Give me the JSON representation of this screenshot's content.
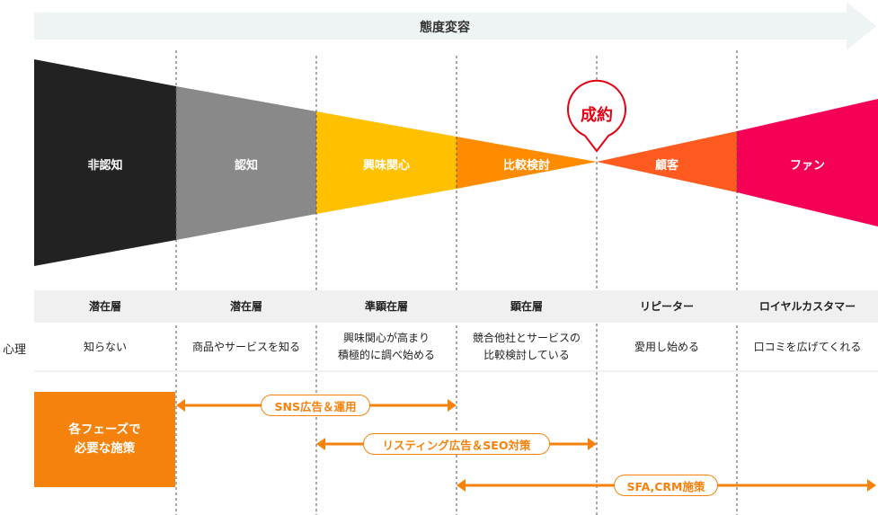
{
  "header": {
    "title": "態度変容"
  },
  "stages": [
    "非認知",
    "認知",
    "興味関心",
    "比較検討",
    "顧客",
    "ファン"
  ],
  "milestone": "成約",
  "table": {
    "row_label": "心理",
    "layers": [
      "潜在層",
      "潜在層",
      "準顕在層",
      "顕在層",
      "リピーター",
      "ロイヤルカスタマー"
    ],
    "psychology": [
      [
        "知らない"
      ],
      [
        "商品やサービスを知る"
      ],
      [
        "興味関心が高まり",
        "積極的に調べ始める"
      ],
      [
        "競合他社とサービスの",
        "比較検討している"
      ],
      [
        "愛用し始める"
      ],
      [
        "口コミを広げてくれる"
      ]
    ]
  },
  "measures": {
    "box_lines": [
      "各フェーズで",
      "必要な施策"
    ],
    "items": [
      "SNS広告＆運用",
      "リスティング広告＆SEO対策",
      "SFA,CRM施策"
    ]
  },
  "colors": {
    "stage_fills": [
      "#222222",
      "#898989",
      "#ffc000",
      "#ff8c00",
      "#ff5a1f",
      "#f50057"
    ],
    "accent": "#f5820d",
    "milestone_red": "#e60012",
    "header_arrow": "#eef3f4",
    "header_bg": "#f0f0f0"
  }
}
